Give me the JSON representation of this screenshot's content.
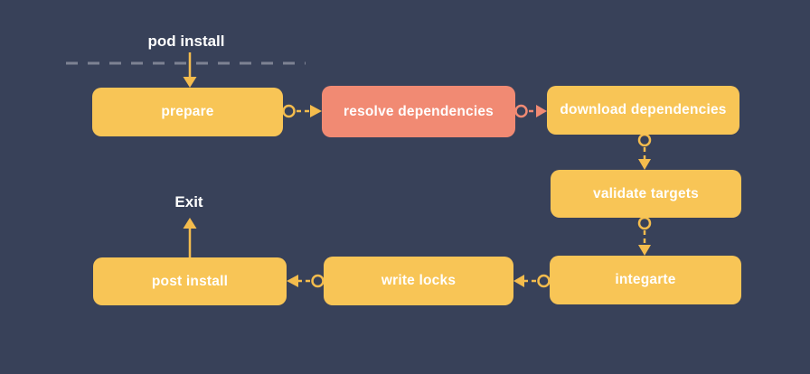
{
  "colors": {
    "background": "#384159",
    "node_yellow": "#F8C556",
    "node_salmon": "#F18A73",
    "edge_yellow": "#F4BC4D",
    "edge_salmon": "#F18A73",
    "label_text": "#FFFFFF",
    "divider_gray": "#7D8293"
  },
  "labels": {
    "entry": "pod install",
    "exit": "Exit"
  },
  "nodes": {
    "prepare": {
      "label": "prepare"
    },
    "resolve_dependencies": {
      "label": "resolve dependencies"
    },
    "download_dependencies": {
      "label": "download dependencies"
    },
    "validate_targets": {
      "label": "validate targets"
    },
    "integrate": {
      "label": "integarte"
    },
    "write_locks": {
      "label": "write locks"
    },
    "post_install": {
      "label": "post install"
    }
  },
  "edges": [
    {
      "from": "pod install",
      "to": "prepare",
      "style": "solid-arrow",
      "color": "yellow"
    },
    {
      "from": "prepare",
      "to": "resolve dependencies",
      "style": "circle-dashed-arrow",
      "color": "yellow"
    },
    {
      "from": "resolve dependencies",
      "to": "download dependencies",
      "style": "circle-dashed-arrow",
      "color": "salmon"
    },
    {
      "from": "download dependencies",
      "to": "validate targets",
      "style": "circle-dashed-arrow",
      "color": "yellow"
    },
    {
      "from": "validate targets",
      "to": "integarte",
      "style": "circle-dashed-arrow",
      "color": "yellow"
    },
    {
      "from": "integarte",
      "to": "write locks",
      "style": "circle-dashed-arrow",
      "color": "yellow"
    },
    {
      "from": "write locks",
      "to": "post install",
      "style": "circle-dashed-arrow",
      "color": "yellow"
    },
    {
      "from": "post install",
      "to": "Exit",
      "style": "solid-arrow",
      "color": "yellow"
    }
  ]
}
